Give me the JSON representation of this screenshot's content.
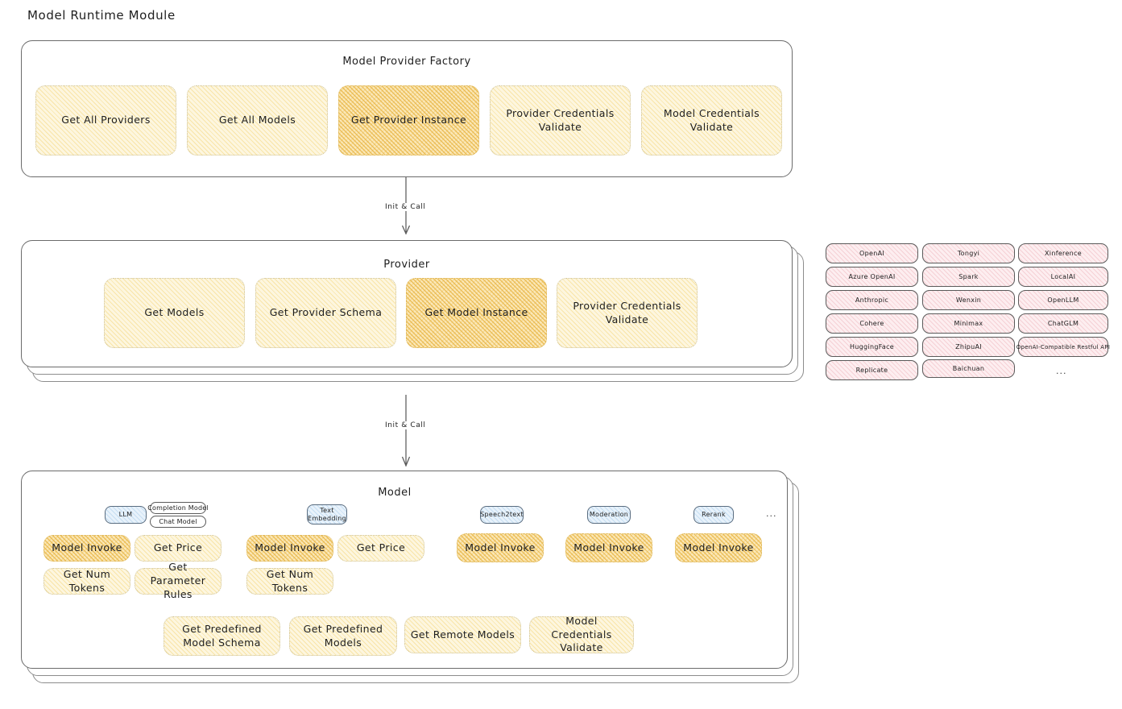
{
  "page": {
    "title": "Model Runtime Module"
  },
  "factory": {
    "title": "Model Provider Factory",
    "boxes": [
      {
        "label": "Get All Providers",
        "highlight": false
      },
      {
        "label": "Get All Models",
        "highlight": false
      },
      {
        "label": "Get Provider Instance",
        "highlight": true
      },
      {
        "label": "Provider Credentials Validate",
        "highlight": false
      },
      {
        "label": "Model Credentials Validate",
        "highlight": false
      }
    ]
  },
  "arrows": [
    {
      "label": "Init & Call"
    },
    {
      "label": "Init & Call"
    }
  ],
  "provider": {
    "title": "Provider",
    "boxes": [
      {
        "label": "Get Models",
        "highlight": false
      },
      {
        "label": "Get Provider Schema",
        "highlight": false
      },
      {
        "label": "Get Model Instance",
        "highlight": true
      },
      {
        "label": "Provider Credentials Validate",
        "highlight": false
      }
    ]
  },
  "provider_list": {
    "columns": [
      [
        "OpenAI",
        "Azure OpenAI",
        "Anthropic",
        "Cohere",
        "HuggingFace",
        "Replicate"
      ],
      [
        "Tongyi",
        "Spark",
        "Wenxin",
        "Minimax",
        "ZhipuAI",
        "Baichuan"
      ],
      [
        "Xinference",
        "LocalAI",
        "OpenLLM",
        "ChatGLM",
        "OpenAI-Compatible Restful API"
      ]
    ],
    "more": "..."
  },
  "model": {
    "title": "Model",
    "more": "...",
    "types": [
      {
        "tag": "LLM",
        "subtags": [
          "Completion Model",
          "Chat Model"
        ],
        "boxes": [
          {
            "label": "Model Invoke",
            "highlight": true
          },
          {
            "label": "Get Price",
            "highlight": false
          },
          {
            "label": "Get Num Tokens",
            "highlight": false
          },
          {
            "label": "Get Parameter Rules",
            "highlight": false
          }
        ]
      },
      {
        "tag": "Text Embedding",
        "subtags": [],
        "boxes": [
          {
            "label": "Model Invoke",
            "highlight": true
          },
          {
            "label": "Get Price",
            "highlight": false
          },
          {
            "label": "Get Num Tokens",
            "highlight": false
          }
        ]
      },
      {
        "tag": "Speech2text",
        "subtags": [],
        "boxes": [
          {
            "label": "Model Invoke",
            "highlight": true
          }
        ]
      },
      {
        "tag": "Moderation",
        "subtags": [],
        "boxes": [
          {
            "label": "Model Invoke",
            "highlight": true
          }
        ]
      },
      {
        "tag": "Rerank",
        "subtags": [],
        "boxes": [
          {
            "label": "Model Invoke",
            "highlight": true
          }
        ]
      }
    ],
    "common_boxes": [
      {
        "label": "Get Predefined Model Schema"
      },
      {
        "label": "Get Predefined Models"
      },
      {
        "label": "Get Remote Models"
      },
      {
        "label": "Model Credentials Validate"
      }
    ]
  },
  "colors": {
    "hatch_yellow": "#fdf6df",
    "hatch_yellow_strong": "#fbe8b8",
    "chip_pink": "#fdeef0",
    "tag_blue": "#e8f2fb",
    "stroke": "#6b6b6b"
  }
}
